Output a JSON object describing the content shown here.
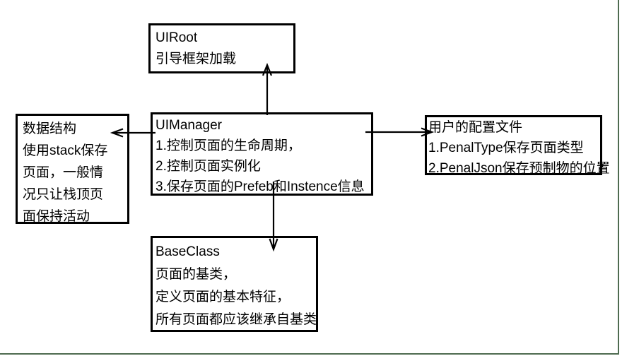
{
  "canvas": {
    "background_color": "#ffffff",
    "box_border_color": "#000000",
    "text_color": "#000000",
    "edge_line_color": "#4e6b50"
  },
  "diagram": {
    "nodes": [
      {
        "id": "uiroot",
        "title": "UIRoot",
        "lines": [
          "UIRoot",
          "引导框架加载"
        ]
      },
      {
        "id": "uimanager",
        "title": "UIManager",
        "lines": [
          "UIManager",
          "1.控制页面的生命周期，",
          "2.控制页面实例化",
          "3.保存页面的Prefeb和Instence信息"
        ]
      },
      {
        "id": "data-structure",
        "title": "数据结构",
        "lines": [
          "数据结构",
          "使用stack保存",
          "页面，一般情",
          "况只让栈顶页",
          "面保持活动"
        ]
      },
      {
        "id": "user-config",
        "title": "用户的配置文件",
        "lines": [
          "用户的配置文件",
          "1.PenalType保存页面类型",
          "2.PenalJson保存预制物的位置"
        ]
      },
      {
        "id": "baseclass",
        "title": "BaseClass",
        "lines": [
          "BaseClass",
          "页面的基类，",
          "定义页面的基本特征，",
          "所有页面都应该继承自基类"
        ]
      }
    ],
    "edges": [
      {
        "from": "uimanager",
        "to": "uiroot",
        "direction": "up"
      },
      {
        "from": "uimanager",
        "to": "data-structure",
        "direction": "left"
      },
      {
        "from": "uimanager",
        "to": "user-config",
        "direction": "right"
      },
      {
        "from": "uimanager",
        "to": "baseclass",
        "direction": "down"
      }
    ]
  }
}
